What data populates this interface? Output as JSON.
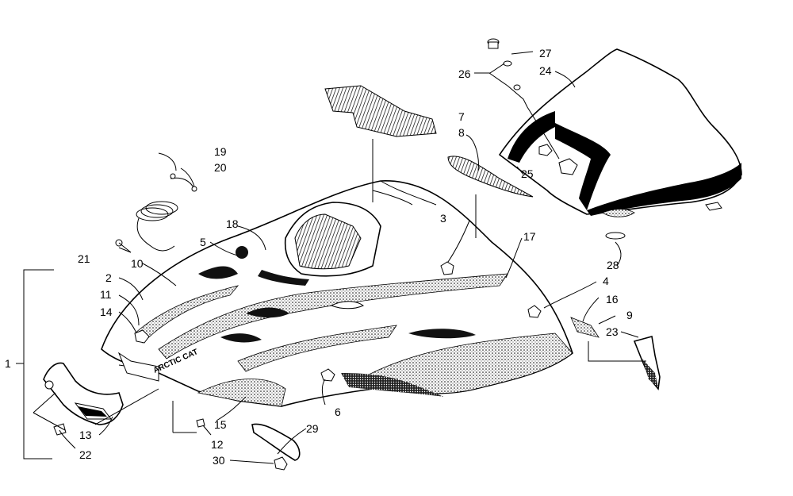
{
  "diagram": {
    "brand_decal": "ARCTIC CAT",
    "callouts": {
      "c1": "1",
      "c2": "2",
      "c3": "3",
      "c4": "4",
      "c5": "5",
      "c6": "6",
      "c7": "7",
      "c8": "8",
      "c9": "9",
      "c10": "10",
      "c11": "11",
      "c12": "12",
      "c13": "13",
      "c14": "14",
      "c15": "15",
      "c16": "16",
      "c17": "17",
      "c18": "18",
      "c19": "19",
      "c20": "20",
      "c21": "21",
      "c22": "22",
      "c23": "23",
      "c24": "24",
      "c25": "25",
      "c26": "26",
      "c27": "27",
      "c28": "28",
      "c29": "29",
      "c30": "30"
    }
  },
  "colors": {
    "ink": "#000000",
    "paper": "#ffffff",
    "stipple": "#9a9a9a"
  }
}
